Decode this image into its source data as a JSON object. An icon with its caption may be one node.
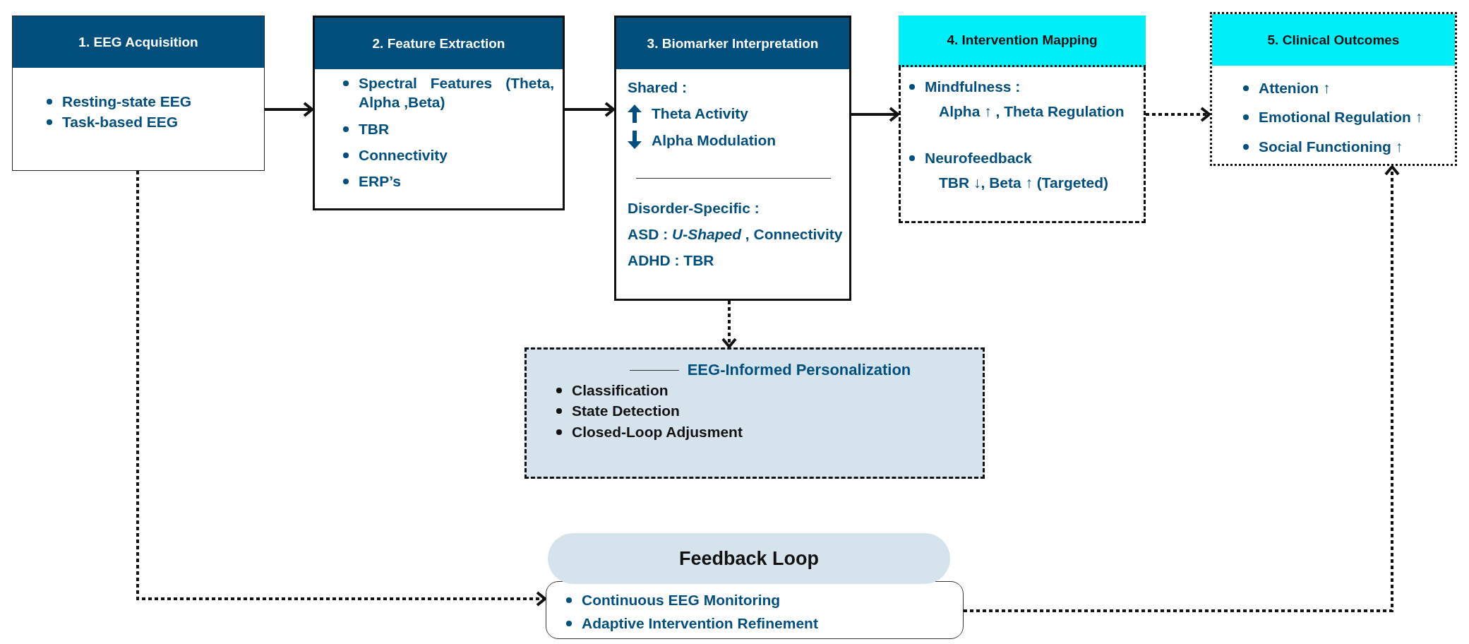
{
  "diagram": {
    "nodes": [
      {
        "text": [
          "1. EEG Acquisition",
          "Resting-state EEG",
          "Task-based EEG"
        ]
      },
      {
        "text": [
          "2. Feature Extraction",
          "Spectral Features (Theta, Alpha ,Beta)",
          "TBR",
          "Connectivity",
          "ERP’s"
        ]
      },
      {
        "text": [
          "3. Biomarker Interpretation",
          "Shared :",
          "Theta Activity",
          "Alpha Modulation",
          "Disorder-Specific :",
          "ASD : *U-Shaped* , Connectivity",
          "ADHD : TBR"
        ]
      },
      {
        "text": [
          "4. Intervention Mapping",
          "Mindfulness :",
          "Alpha ↑ , Theta Regulation",
          "Neurofeedback",
          "TBR ↓, Beta ↑ (Targeted)"
        ]
      },
      {
        "text": [
          "5. Clinical Outcomes",
          "Attenion ↑",
          "Emotional Regulation ↑",
          "Social Functioning ↑"
        ]
      },
      {
        "text": [
          "EEG-Informed Personalization",
          "Classification",
          "State Detection",
          "Closed-Loop Adjusment"
        ]
      },
      {
        "text": [
          "Feedback Loop"
        ]
      },
      {
        "text": [
          "Continuous EEG Monitoring",
          "Adaptive Intervention Refinement"
        ]
      }
    ],
    "edges": [
      {
        "from": 0,
        "to": 1,
        "arrow": "to"
      },
      {
        "from": 1,
        "to": 2,
        "arrow": "to"
      },
      {
        "from": 2,
        "to": 3,
        "arrow": "to"
      },
      {
        "from": 3,
        "to": 4,
        "arrow": "to",
        "style": "dashed"
      },
      {
        "from": 2,
        "to": 5,
        "arrow": "to",
        "style": "dashed"
      },
      {
        "from": 0,
        "to": 7,
        "arrow": "to",
        "style": "dashed"
      },
      {
        "from": 7,
        "to": 4,
        "arrow": "to",
        "style": "dashed"
      }
    ]
  }
}
